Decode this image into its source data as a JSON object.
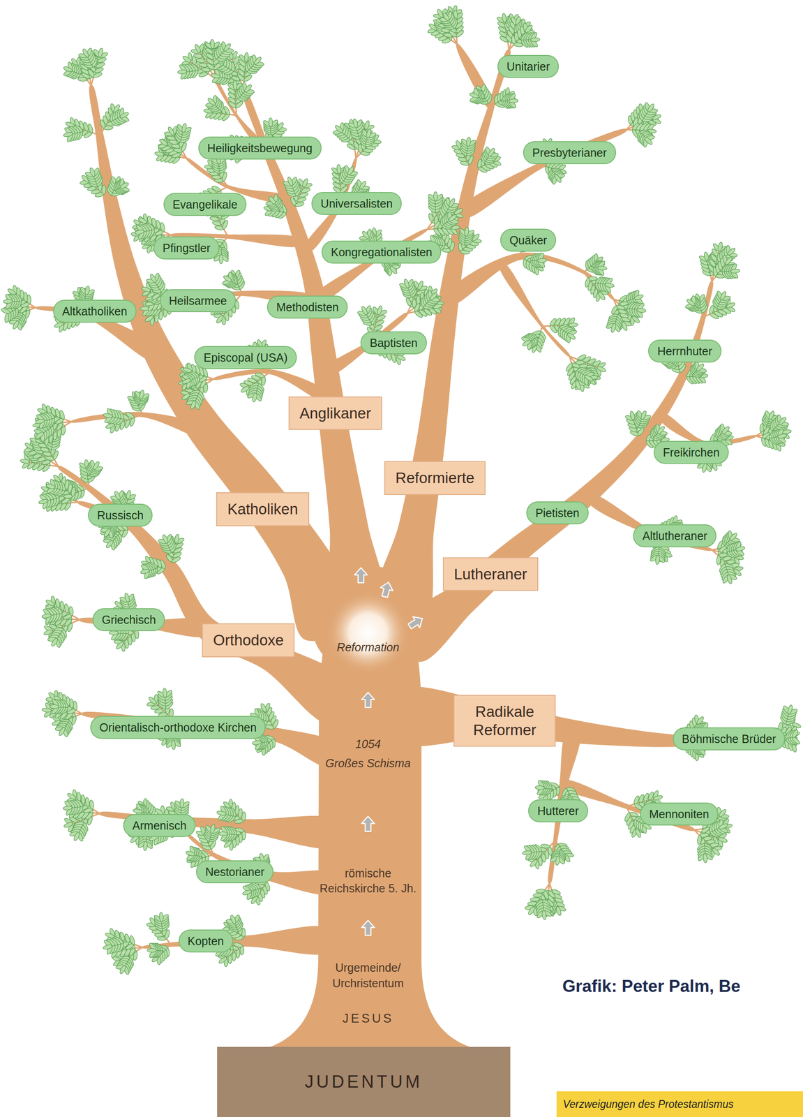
{
  "diagram": {
    "caption": "Verzweigungen des Protestantismus",
    "nodes": [
      {
        "text": [
          "Unitarier"
        ]
      },
      {
        "text": [
          "Heiligkeitsbewegung"
        ]
      },
      {
        "text": [
          "Presbyterianer"
        ]
      },
      {
        "text": [
          "Evangelikale"
        ]
      },
      {
        "text": [
          "Universalisten"
        ]
      },
      {
        "text": [
          "Quäker"
        ]
      },
      {
        "text": [
          "Pfingstler"
        ]
      },
      {
        "text": [
          "Kongregationalisten"
        ]
      },
      {
        "text": [
          "Heilsarmee"
        ]
      },
      {
        "text": [
          "Methodisten"
        ]
      },
      {
        "text": [
          "Altkatholiken"
        ]
      },
      {
        "text": [
          "Baptisten"
        ]
      },
      {
        "text": [
          "Herrnhuter"
        ]
      },
      {
        "text": [
          "Episcopal (USA)"
        ]
      },
      {
        "text": [
          "Anglikaner"
        ]
      },
      {
        "text": [
          "Freikirchen"
        ]
      },
      {
        "text": [
          "Reformierte"
        ]
      },
      {
        "text": [
          "Katholiken"
        ]
      },
      {
        "text": [
          "Pietisten"
        ]
      },
      {
        "text": [
          "Russisch"
        ]
      },
      {
        "text": [
          "Altlutheraner"
        ]
      },
      {
        "text": [
          "Lutheraner"
        ]
      },
      {
        "text": [
          "Griechisch"
        ]
      },
      {
        "text": [
          "Orthodoxe"
        ]
      },
      {
        "text": [
          "Radikale Reformer"
        ]
      },
      {
        "text": [
          "Orientalisch-orthodoxe Kirchen"
        ]
      },
      {
        "text": [
          "Böhmische Brüder"
        ]
      },
      {
        "text": [
          "Hutterer"
        ]
      },
      {
        "text": [
          "Mennoniten"
        ]
      },
      {
        "text": [
          "Armenisch"
        ]
      },
      {
        "text": [
          "Nestorianer"
        ]
      },
      {
        "text": [
          "Kopten"
        ]
      },
      {
        "text": [
          "JUDENTUM"
        ]
      }
    ],
    "labels": [
      "Reformation",
      "1054",
      "Großes Schisma",
      "römische Reichskirche 5. Jh.",
      "Urgemeinde/ Urchristentum",
      "JESUS",
      "Grafik: Peter Palm, Be"
    ]
  }
}
